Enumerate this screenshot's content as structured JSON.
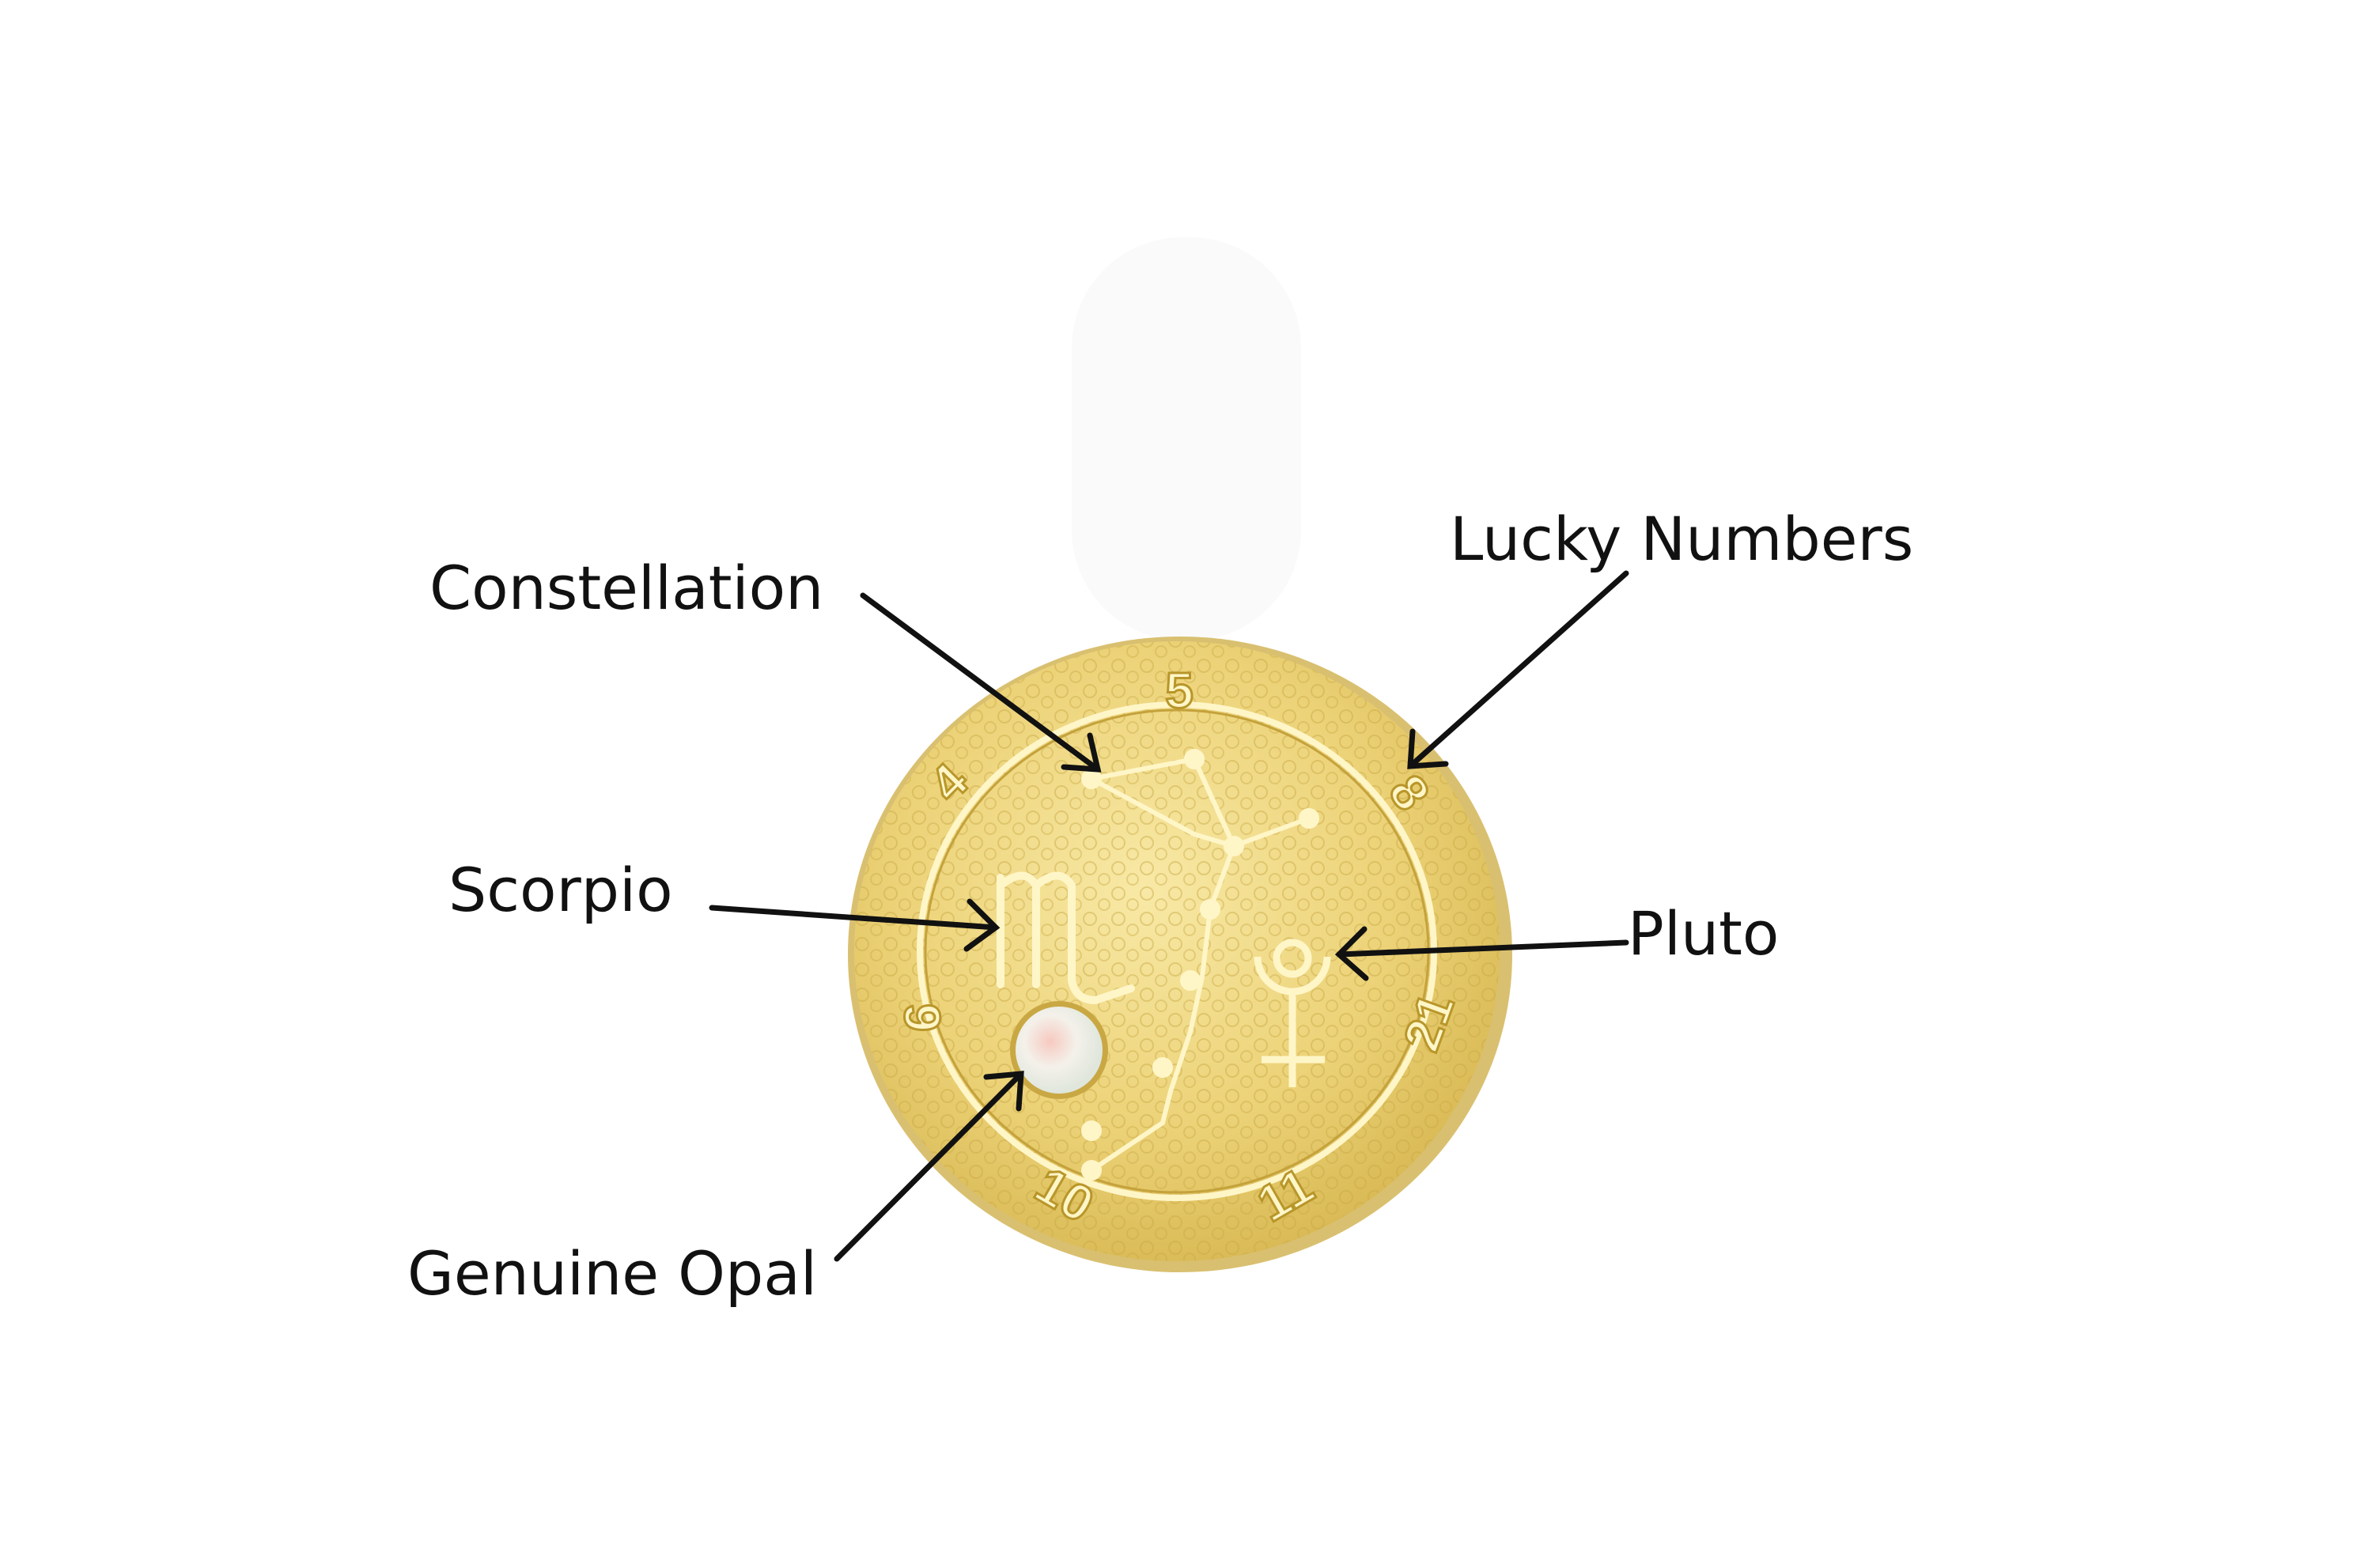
{
  "labels": {
    "constellation": "Constellation",
    "lucky_numbers": "Lucky Numbers",
    "scorpio": "Scorpio",
    "pluto": "Pluto",
    "genuine_opal": "Genuine Opal"
  },
  "pendant": {
    "lucky_numbers": [
      "5",
      "8",
      "21",
      "11",
      "10",
      "9",
      "4"
    ],
    "colors": {
      "gold": "#e9cf6a",
      "gold_light": "#f7e7a0",
      "gold_dark": "#b8962a",
      "opal": "#f3f1ea"
    }
  }
}
